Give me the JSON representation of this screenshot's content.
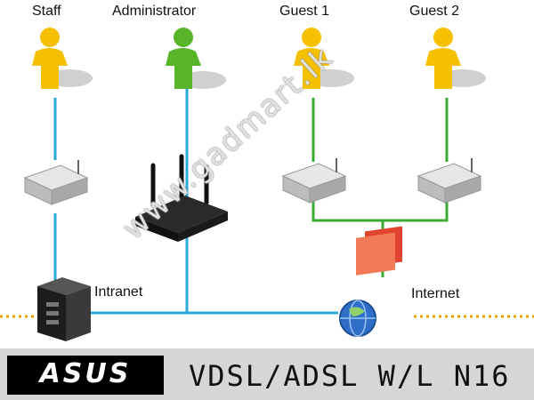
{
  "users": [
    {
      "label": "Staff",
      "color": "#f5c000"
    },
    {
      "label": "Administrator",
      "color": "#58b428"
    },
    {
      "label": "Guest 1",
      "color": "#f5c000"
    },
    {
      "label": "Guest 2",
      "color": "#f5c000"
    }
  ],
  "network": {
    "intranet_label": "Intranet",
    "internet_label": "Internet"
  },
  "colors": {
    "intranet_link": "#2aa9d8",
    "guest_link": "#3aaa35",
    "internet_dots": "#f0a000"
  },
  "footer": {
    "brand": "ASUS",
    "model": "VDSL/ADSL W/L N16"
  },
  "watermark": "www.gadmart.lk"
}
